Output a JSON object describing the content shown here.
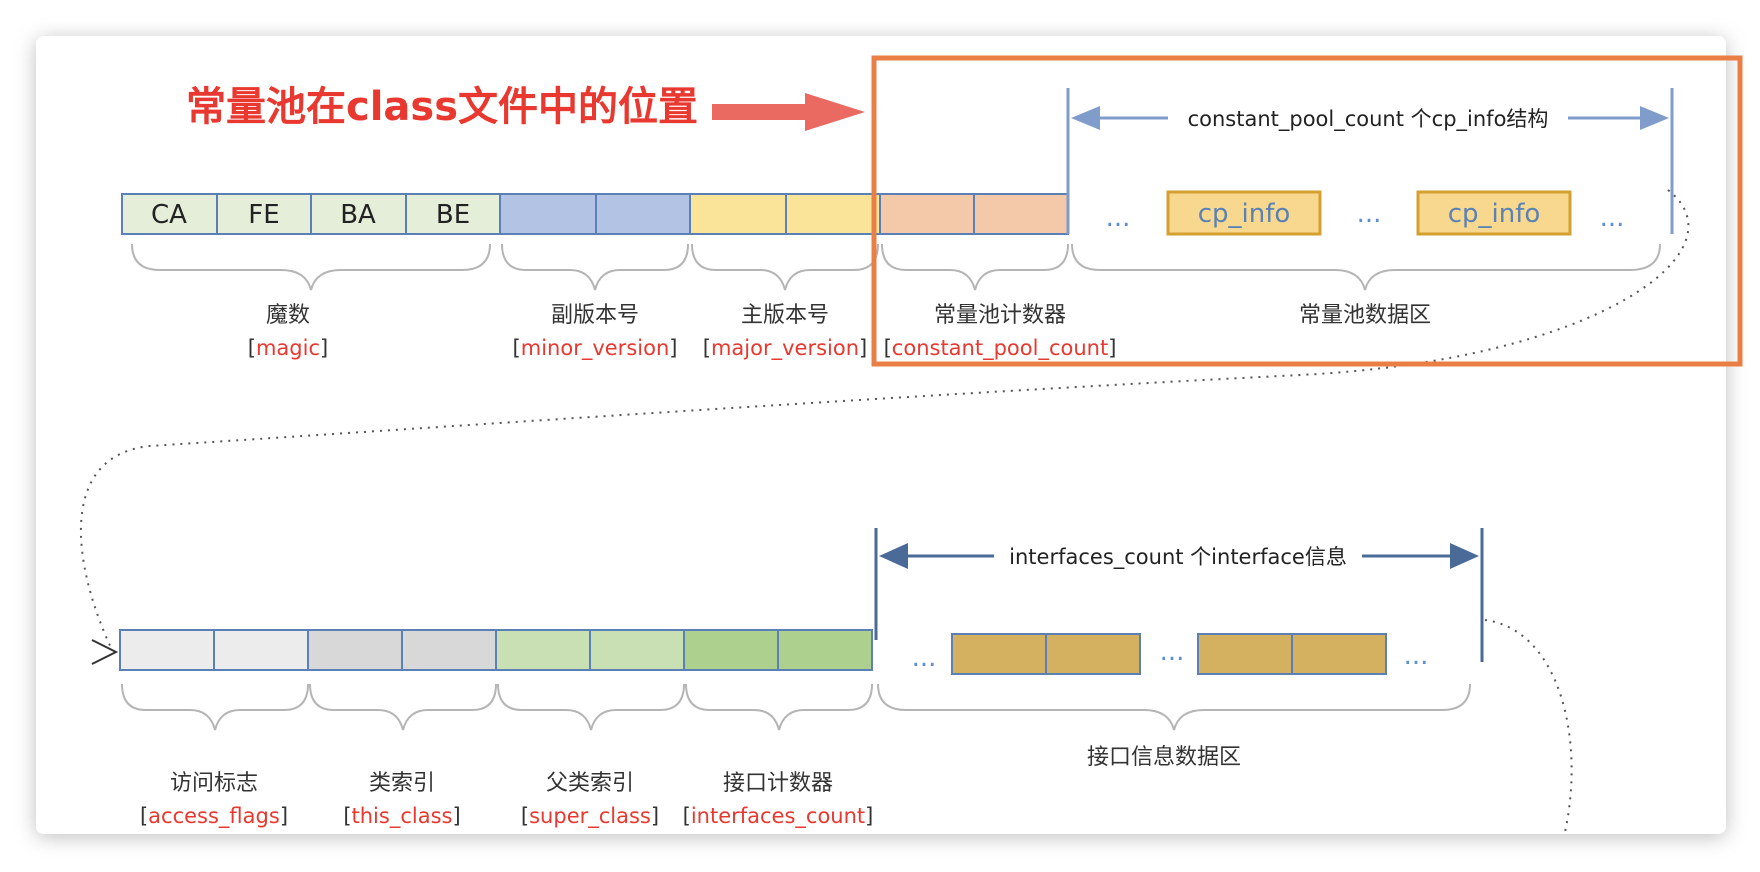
{
  "title": "常量池在class文件中的位置",
  "magic_bytes": [
    "CA",
    "FE",
    "BA",
    "BE"
  ],
  "fields_row1": [
    {
      "cn": "魔数",
      "en": "magic"
    },
    {
      "cn": "副版本号",
      "en": "minor_version"
    },
    {
      "cn": "主版本号",
      "en": "major_version"
    },
    {
      "cn": "常量池计数器",
      "en": "constant_pool_count"
    }
  ],
  "pool": {
    "span_label": "constant_pool_count 个cp_info结构",
    "item_label": "cp_info",
    "ellipsis": "...",
    "area_label": "常量池数据区"
  },
  "fields_row2": [
    {
      "cn": "访问标志",
      "en": "access_flags"
    },
    {
      "cn": "类索引",
      "en": "this_class"
    },
    {
      "cn": "父类索引",
      "en": "super_class"
    },
    {
      "cn": "接口计数器",
      "en": "interfaces_count"
    }
  ],
  "interfaces": {
    "span_label": "interfaces_count 个interface信息",
    "ellipsis": "...",
    "area_label": "接口信息数据区"
  },
  "colors": {
    "title_red": "#e8382f",
    "highlight_orange": "#e97f45",
    "cell_border": "#5b80b6",
    "magic": "#e4eed9",
    "minor": "#b3c3e3",
    "major": "#fae49a",
    "cp_count": "#f3c9a9",
    "cp_info_fill": "#f7d88e",
    "cp_info_border": "#d4a130",
    "access": "#ececec",
    "this_class": "#d8d8d8",
    "super_class": "#c9e0b5",
    "interfaces_count": "#aed08f",
    "interface_fill": "#d4b160",
    "pool_arrow": "#7f9ccb",
    "iface_arrow": "#4a6a98",
    "en_label": "#e8382f"
  }
}
